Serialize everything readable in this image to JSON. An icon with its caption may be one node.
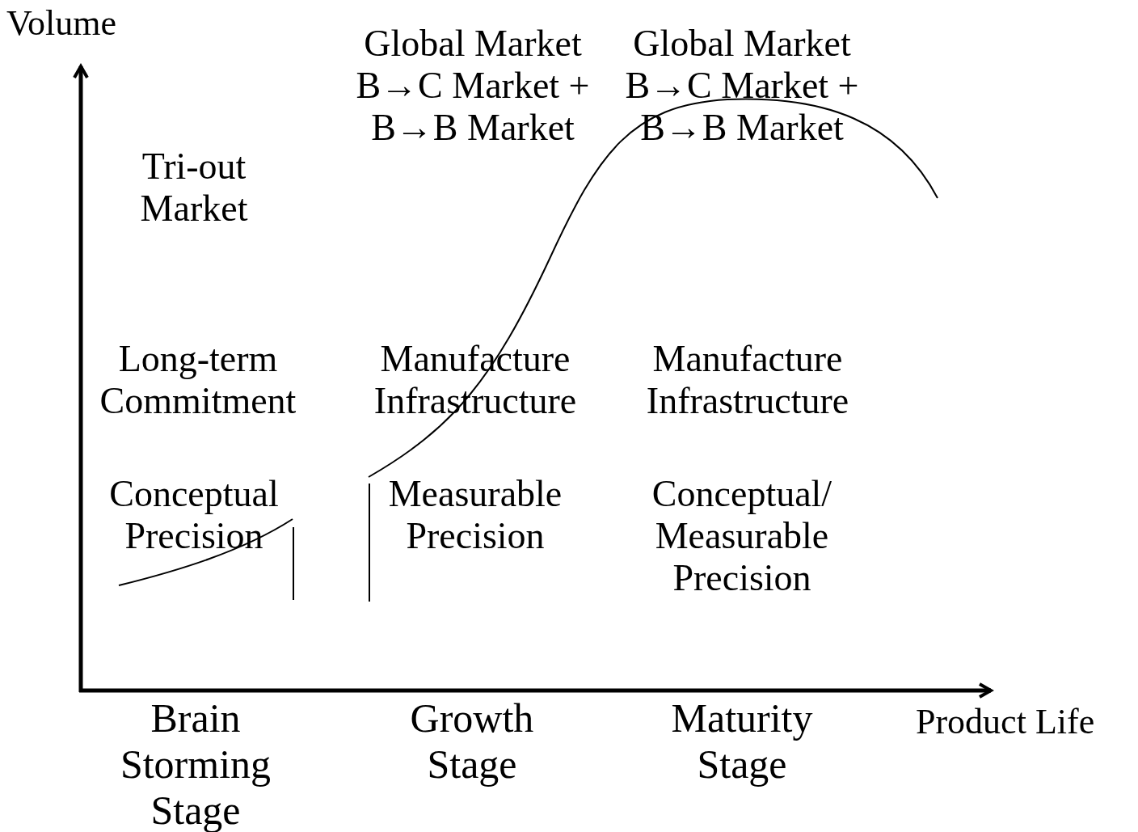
{
  "diagram": {
    "labels": [
      "Volume",
      "Global Market B→C Market + B→B Market",
      "Global Market B→C Market + B→B Market",
      "Tri-out Market",
      "Long-term Commitment",
      "Manufacture Infrastructure",
      "Manufacture Infrastructure",
      "Conceptual Precision",
      "Measurable Precision",
      "Conceptual/ Measurable Precision",
      "Brain Storming Stage",
      "Growth Stage",
      "Maturity Stage",
      "Product Life"
    ]
  }
}
